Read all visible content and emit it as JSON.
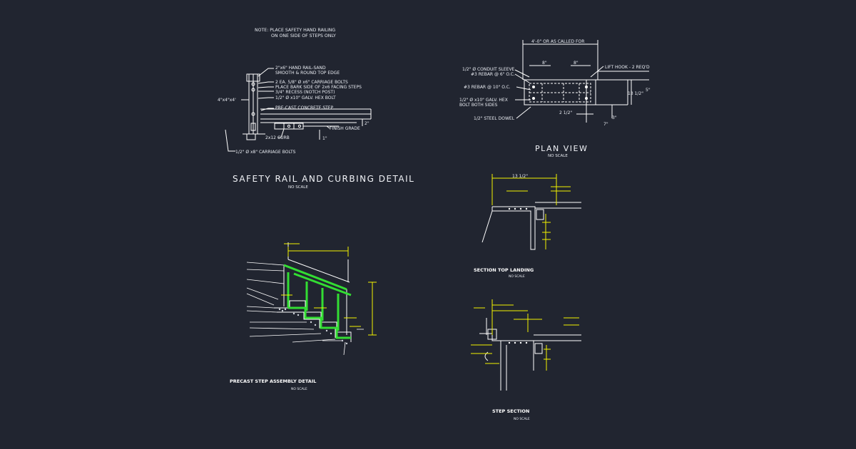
{
  "colors": {
    "background": "#212530",
    "linework": "#ffffff",
    "dimensions": "#f2f200",
    "highlight": "#33dd33"
  },
  "safety_rail": {
    "note_line1": "NOTE: PLACE SAFETY HAND RAILING",
    "note_line2": "ON ONE SIDE OF STEPS ONLY",
    "labels": {
      "handrail_1": "2\"x6\" HAND RAIL-SAND",
      "handrail_2": "SMOOTH & ROUND TOP EDGE",
      "carriage_bolts": "2 EA. 5/8\" Ø x6\" CARRIAGE BOLTS",
      "bark_side": "PLACE BARK SIDE OF 2x6 FACING STEPS",
      "recess": "3/4\" RECESS (NOTCH POST)",
      "hex_bolt": "1/2\" Ø x10\" GALV. HEX BOLT",
      "precast": "PRE-CAST CONCRETE STEP",
      "post": "4\"x4\"x4'",
      "finish_grade": "FINISH GRADE",
      "curb": "2x12 CURB",
      "bottom_bolts": "1/2\" Ø x8\" CARRIAGE BOLTS",
      "dim_2": "2\"",
      "dim_1": "1\""
    },
    "title": "SAFETY RAIL AND CURBING DETAIL",
    "scale": "NO SCALE"
  },
  "plan_view": {
    "top_dim": "4'-0\" OR AS CALLED FOR",
    "dim_8a": "8\"",
    "dim_8b": "8\"",
    "conduit": "1/2\" Ø CONDUIT SLEEVE",
    "rebar6": "#3 REBAR @ 6\" O.C.",
    "rebar10": "#3 REBAR @ 10\" O.C.",
    "galv1": "1/2\" Ø x10\" GALV. HEX",
    "galv2": "BOLT BOTH SIDES",
    "dowel": "1/2\" STEEL DOWEL",
    "lift": "LIFT HOOK - 2 REQ'D",
    "dim_13": "13 1/2\"",
    "dim_5": "5\"",
    "dim_212": "2 1/2\"",
    "dim_3": "3\"",
    "dim_7": "7\"",
    "title": "PLAN VIEW",
    "scale": "NO SCALE"
  },
  "top_landing": {
    "dim_top": "13 1/2\"",
    "title": "SECTION TOP LANDING",
    "scale": "NO SCALE"
  },
  "precast": {
    "title": "PRECAST STEP ASSEMBLY DETAIL",
    "scale": "NO SCALE"
  },
  "step_section": {
    "title": "STEP SECTION",
    "scale": "NO SCALE"
  }
}
